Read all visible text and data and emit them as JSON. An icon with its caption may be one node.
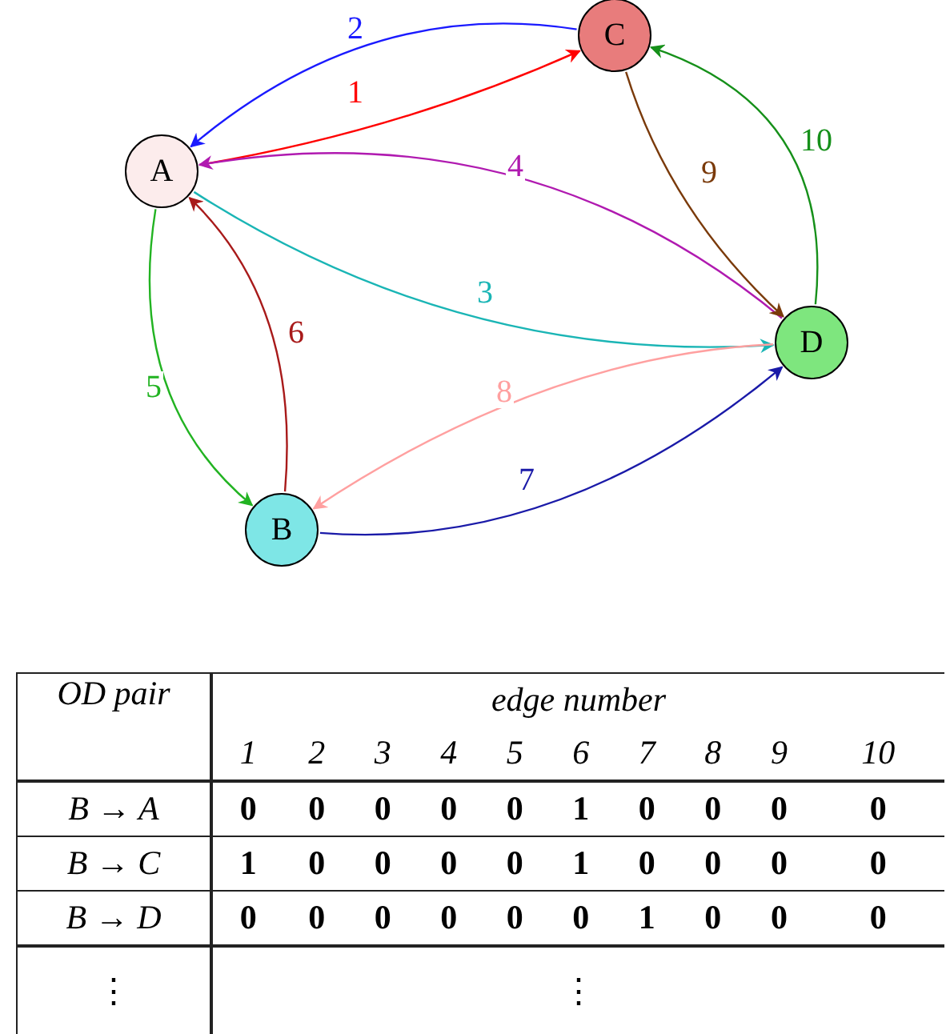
{
  "diagram": {
    "nodes": [
      {
        "text": [
          "A"
        ]
      },
      {
        "text": [
          "B"
        ]
      },
      {
        "text": [
          "C"
        ]
      },
      {
        "text": [
          "D"
        ]
      }
    ],
    "edges": [
      {
        "from": 0,
        "to": 2,
        "arrow": "to",
        "label": "1",
        "color": "#ff0000"
      },
      {
        "from": 2,
        "to": 0,
        "arrow": "to",
        "label": "2",
        "color": "#1a1aff"
      },
      {
        "from": 0,
        "to": 3,
        "arrow": "to",
        "label": "3",
        "color": "#1ab5b5"
      },
      {
        "from": 3,
        "to": 0,
        "arrow": "to",
        "label": "4",
        "color": "#b01ab0"
      },
      {
        "from": 0,
        "to": 1,
        "arrow": "to",
        "label": "5",
        "color": "#22b322"
      },
      {
        "from": 1,
        "to": 0,
        "arrow": "to",
        "label": "6",
        "color": "#a81a1a"
      },
      {
        "from": 1,
        "to": 3,
        "arrow": "to",
        "label": "7",
        "color": "#1a1aa8"
      },
      {
        "from": 3,
        "to": 1,
        "arrow": "to",
        "label": "8",
        "color": "#ffa0a0"
      },
      {
        "from": 2,
        "to": 3,
        "arrow": "to",
        "label": "9",
        "color": "#7a3a0a"
      },
      {
        "from": 3,
        "to": 2,
        "arrow": "to",
        "label": "10",
        "color": "#16901a"
      }
    ],
    "labels": [
      "OD pair",
      "edge number",
      "1",
      "2",
      "3",
      "4",
      "5",
      "6",
      "7",
      "8",
      "9",
      "10",
      "B → A",
      "0",
      "0",
      "0",
      "0",
      "0",
      "1",
      "0",
      "0",
      "0",
      "0",
      "B → C",
      "1",
      "0",
      "0",
      "0",
      "0",
      "1",
      "0",
      "0",
      "0",
      "0",
      "B → D",
      "0",
      "0",
      "0",
      "0",
      "0",
      "0",
      "1",
      "0",
      "0",
      "0",
      "⋮",
      "⋮"
    ]
  }
}
